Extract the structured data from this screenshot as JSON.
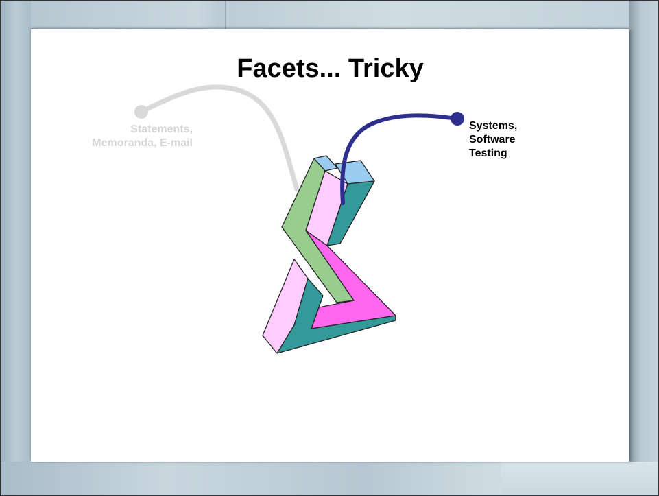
{
  "slide": {
    "title": "Facets... Tricky"
  },
  "callouts": {
    "left": {
      "lines": [
        "Statements,",
        "Memoranda, E-mail"
      ],
      "color": "#d6d6d6"
    },
    "right": {
      "lines": [
        "Systems,",
        "Software",
        "Testing"
      ],
      "color": "#000000",
      "connector_color": "#2e2e8c"
    }
  },
  "figure": {
    "colors": {
      "green": "#99cc8f",
      "pink_light": "#ffccff",
      "magenta": "#ff66ee",
      "teal": "#339999",
      "blue_light": "#99ccf0"
    }
  }
}
